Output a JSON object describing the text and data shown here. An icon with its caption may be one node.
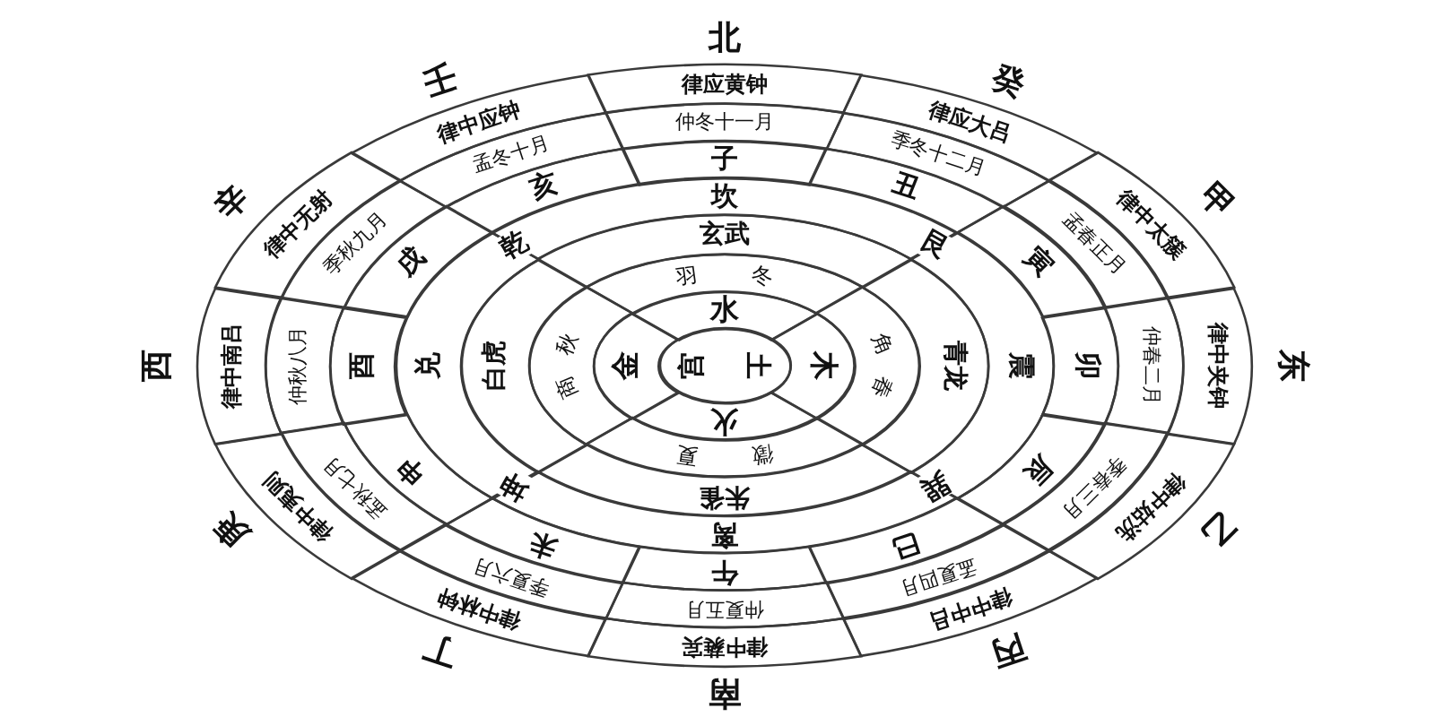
{
  "diagram": {
    "nodes": [
      {
        "text": [
          "宫",
          "土"
        ]
      },
      {
        "text": [
          "水"
        ]
      },
      {
        "text": [
          "木"
        ]
      },
      {
        "text": [
          "火"
        ]
      },
      {
        "text": [
          "金"
        ]
      },
      {
        "text": [
          "羽",
          "冬"
        ]
      },
      {
        "text": [
          "角",
          "春"
        ]
      },
      {
        "text": [
          "徵",
          "夏"
        ]
      },
      {
        "text": [
          "商",
          "秋"
        ]
      },
      {
        "text": [
          "玄武"
        ]
      },
      {
        "text": [
          "青龙"
        ]
      },
      {
        "text": [
          "朱雀"
        ]
      },
      {
        "text": [
          "白虎"
        ]
      },
      {
        "text": [
          "坎"
        ]
      },
      {
        "text": [
          "震"
        ]
      },
      {
        "text": [
          "离"
        ]
      },
      {
        "text": [
          "兑"
        ]
      },
      {
        "text": [
          "子"
        ]
      },
      {
        "text": [
          "丑"
        ]
      },
      {
        "text": [
          "寅"
        ]
      },
      {
        "text": [
          "卯"
        ]
      },
      {
        "text": [
          "辰"
        ]
      },
      {
        "text": [
          "巳"
        ]
      },
      {
        "text": [
          "午"
        ]
      },
      {
        "text": [
          "未"
        ]
      },
      {
        "text": [
          "申"
        ]
      },
      {
        "text": [
          "酉"
        ]
      },
      {
        "text": [
          "戌"
        ]
      },
      {
        "text": [
          "亥"
        ]
      },
      {
        "text": [
          "仲冬十一月"
        ]
      },
      {
        "text": [
          "季冬十二月"
        ]
      },
      {
        "text": [
          "孟春正月"
        ]
      },
      {
        "text": [
          "仲春二月"
        ]
      },
      {
        "text": [
          "季春三月"
        ]
      },
      {
        "text": [
          "孟夏四月"
        ]
      },
      {
        "text": [
          "仲夏五月"
        ]
      },
      {
        "text": [
          "季夏六月"
        ]
      },
      {
        "text": [
          "孟秋七月"
        ]
      },
      {
        "text": [
          "仲秋八月"
        ]
      },
      {
        "text": [
          "季秋九月"
        ]
      },
      {
        "text": [
          "孟冬十月"
        ]
      },
      {
        "text": [
          "律应黄钟"
        ]
      },
      {
        "text": [
          "律应大吕"
        ]
      },
      {
        "text": [
          "律中太簇"
        ]
      },
      {
        "text": [
          "律中夹钟"
        ]
      },
      {
        "text": [
          "律中姑洗"
        ]
      },
      {
        "text": [
          "律中中吕"
        ]
      },
      {
        "text": [
          "律中蕤宾"
        ]
      },
      {
        "text": [
          "律中林钟"
        ]
      },
      {
        "text": [
          "律中夷则"
        ]
      },
      {
        "text": [
          "律中南吕"
        ]
      },
      {
        "text": [
          "律中无射"
        ]
      },
      {
        "text": [
          "律中应钟"
        ]
      }
    ],
    "labels": [
      "艮",
      "巽",
      "坤",
      "乾",
      "北",
      "癸",
      "甲",
      "东",
      "乙",
      "丙",
      "南",
      "丁",
      "庚",
      "西",
      "辛",
      "壬"
    ]
  }
}
